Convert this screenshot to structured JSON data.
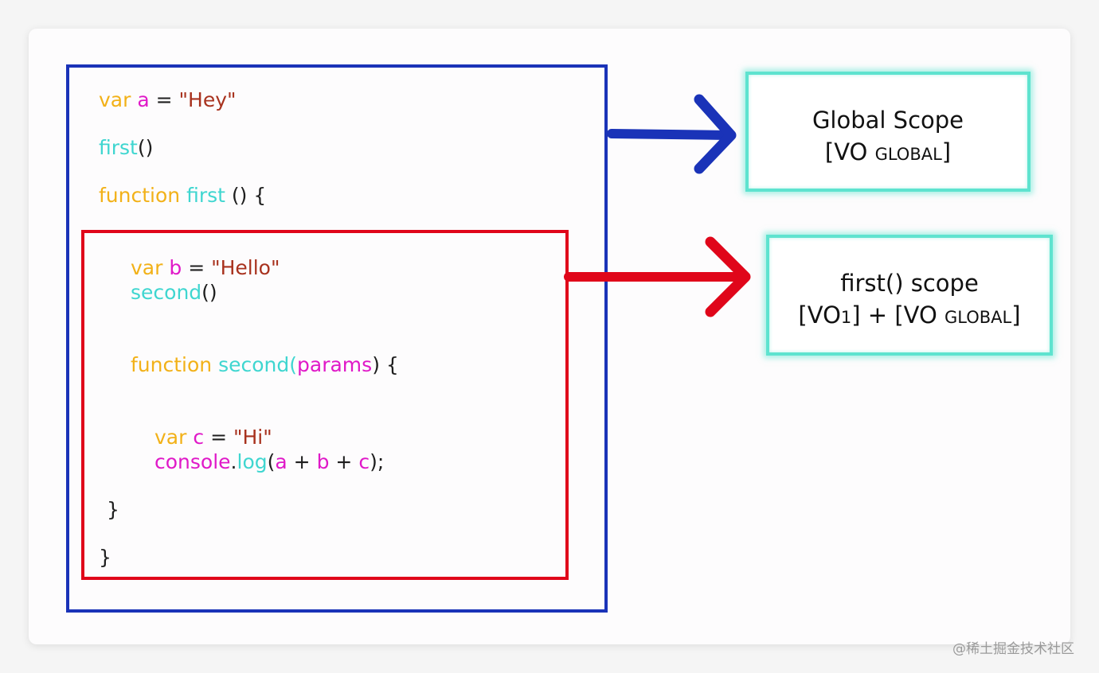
{
  "code": {
    "line1": {
      "kw": "var",
      "name": "a",
      "op": "=",
      "str": "\"Hey\""
    },
    "line2": {
      "fn": "first",
      "paren": "()"
    },
    "line3": {
      "kw": "function",
      "fn": "first",
      "rest": "() {"
    },
    "line4": {
      "kw": "var",
      "name": "b",
      "op": "=",
      "str": "\"Hello\""
    },
    "line5": {
      "fn": "second",
      "paren": "()"
    },
    "line6": {
      "kw": "function",
      "fn": "second",
      "open": "(",
      "param": "params",
      "rest": ") {"
    },
    "line7": {
      "kw": "var",
      "name": "c",
      "op": "=",
      "str": "\"Hi\""
    },
    "line8": {
      "obj": "console",
      "dot": ".",
      "method": "log",
      "open": "(",
      "a": "a",
      "plus1": "+",
      "b": "b",
      "plus2": "+",
      "c": "c",
      "close": ");"
    },
    "close_inner": "}",
    "close_outer": "}"
  },
  "global_scope": {
    "title": "Global Scope",
    "open": "[VO ",
    "small": "GLOBAL",
    "close": "]"
  },
  "first_scope": {
    "title": "first() scope",
    "vo": "[VO",
    "sub": "1",
    "mid": "] + [VO ",
    "small": "GLOBAL",
    "close": "]"
  },
  "colors": {
    "outer_box": "#1a33b8",
    "inner_box": "#e0061a",
    "scope_border": "#5ee3cf",
    "keyword": "#f2b118",
    "variable": "#e019c8",
    "string": "#a8321e",
    "function": "#3fd6d0"
  },
  "watermark": "@稀土掘金技术社区"
}
